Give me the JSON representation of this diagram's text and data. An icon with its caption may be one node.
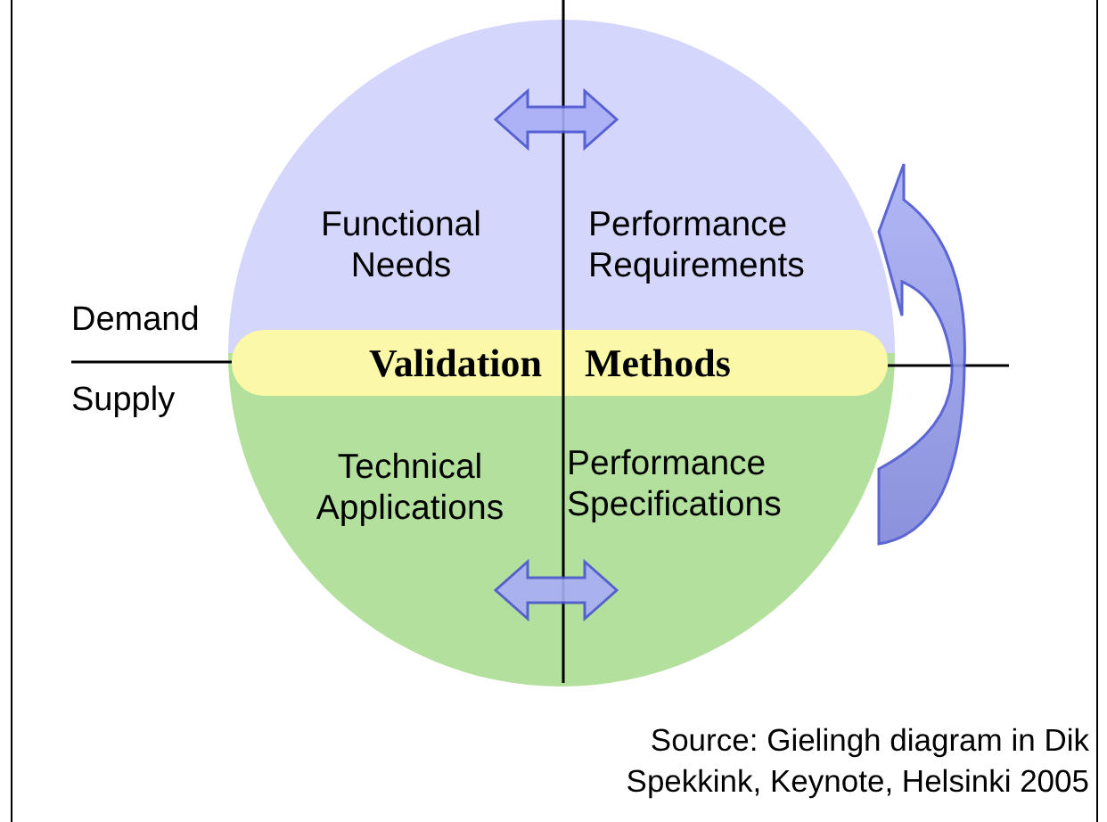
{
  "diagram": {
    "nodes": [
      {
        "text": [
          "Functional Needs"
        ]
      },
      {
        "text": [
          "Performance Requirements"
        ]
      },
      {
        "text": [
          "Technical Applications"
        ]
      },
      {
        "text": [
          "Performance Specifications"
        ]
      },
      {
        "text": [
          "Validation",
          "Methods"
        ]
      }
    ],
    "edges": [
      {
        "from": 0,
        "to": 1,
        "arrow": "both"
      },
      {
        "from": 2,
        "to": 3,
        "arrow": "both"
      },
      {
        "from": 3,
        "to": 1,
        "arrow": "to"
      }
    ],
    "labels": [
      "Demand",
      "Supply"
    ],
    "caption": "Source: Gielingh diagram in Dik Spekkink, Keynote, Helsinki 2005"
  }
}
